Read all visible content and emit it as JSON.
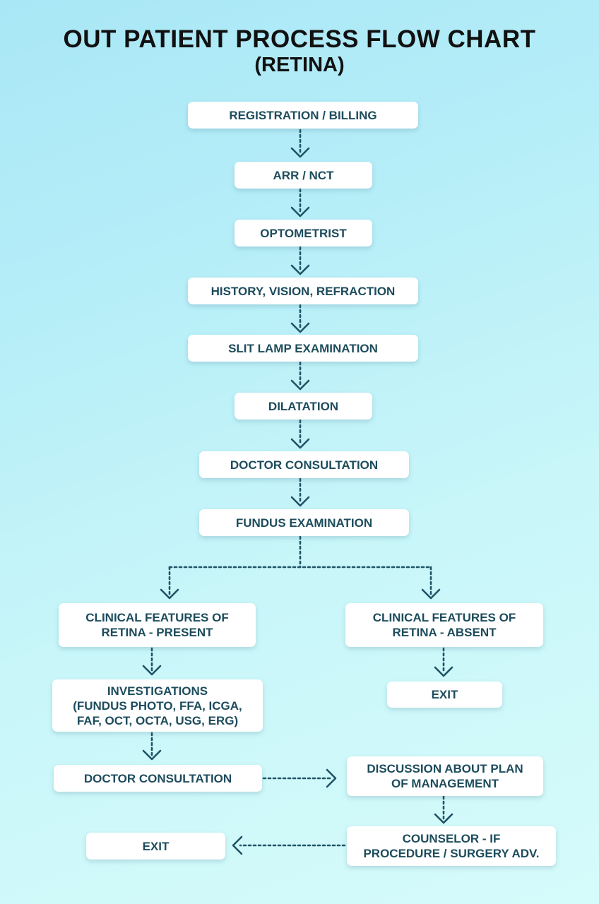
{
  "title": "OUT PATIENT PROCESS FLOW CHART",
  "subtitle": "(RETINA)",
  "steps": {
    "registration": "REGISTRATION / BILLING",
    "arr_nct": "ARR / NCT",
    "optometrist": "OPTOMETRIST",
    "history": "HISTORY, VISION, REFRACTION",
    "slit_lamp": "SLIT LAMP EXAMINATION",
    "dilatation": "DILATATION",
    "doctor_consultation": "DOCTOR CONSULTATION",
    "fundus": "FUNDUS EXAMINATION",
    "features_present": [
      "CLINICAL FEATURES OF",
      "RETINA - PRESENT"
    ],
    "features_absent": [
      "CLINICAL FEATURES OF",
      "RETINA - ABSENT"
    ],
    "investigations": [
      "INVESTIGATIONS",
      "(FUNDUS PHOTO, FFA, ICGA,",
      "FAF, OCT, OCTA, USG, ERG)"
    ],
    "exit_right": "EXIT",
    "doctor_consultation_2": "DOCTOR CONSULTATION",
    "discussion": [
      "DISCUSSION ABOUT PLAN",
      "OF MANAGEMENT"
    ],
    "counselor": [
      "COUNSELOR - IF",
      "PROCEDURE / SURGERY ADV."
    ],
    "exit_left": "EXIT"
  },
  "colors": {
    "arrow": "#1f5366",
    "box_text": "#1d4c5c",
    "title": "#111111",
    "box_bg": "#ffffff"
  }
}
